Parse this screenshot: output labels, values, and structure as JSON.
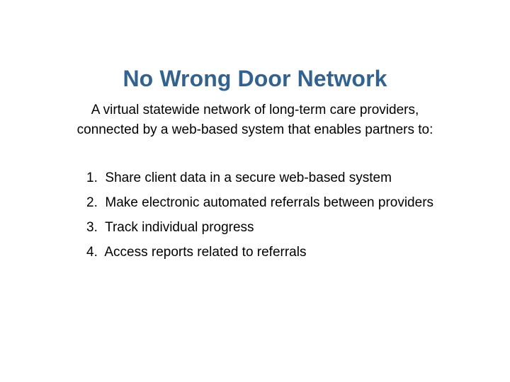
{
  "slide": {
    "title": "No Wrong Door Network",
    "title_color": "#33628F",
    "body_color": "#000000",
    "background_color": "#FFFFFF",
    "intro": {
      "line1": "A virtual statewide network of long-term care providers,",
      "line2": "connected by a web-based system that enables partners to:"
    },
    "list": [
      {
        "number": "1.",
        "text": "Share client data in a secure web-based system"
      },
      {
        "number": "2.",
        "text": "Make electronic automated referrals between providers"
      },
      {
        "number": "3.",
        "text": "Track individual progress"
      },
      {
        "number": "4.",
        "text": "Access reports related to referrals"
      }
    ]
  }
}
